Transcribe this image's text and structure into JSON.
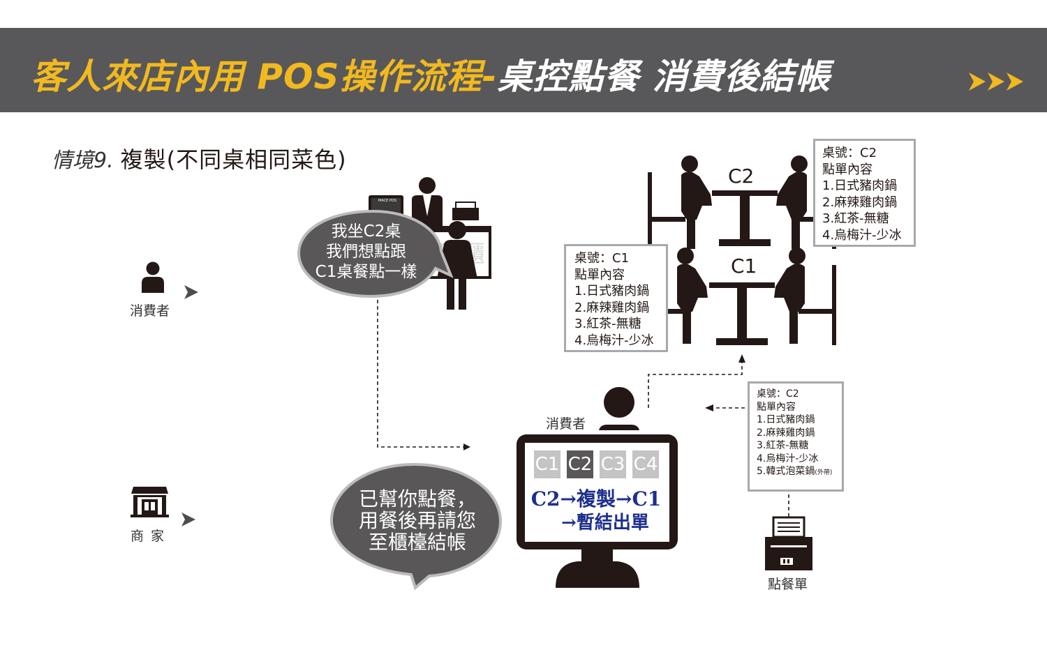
{
  "banner": {
    "part1": "客人來店內用 POS操作流程-",
    "part2": "桌控點餐 消費後結帳",
    "colors": {
      "background": "#58585a",
      "accent": "#f2b91f",
      "text": "#ffffff"
    }
  },
  "scenario": {
    "label": "情境9.",
    "title": "複製(不同桌相同菜色)"
  },
  "roles": {
    "consumer": "消費者",
    "merchant": "商 家"
  },
  "pos_logo": "MACE POS",
  "bubble_customer": {
    "line1": "我坐C2桌",
    "line2": "我們想點跟",
    "line3": "C1桌餐點一樣"
  },
  "bubble_merchant": {
    "line1": "已幫你點餐，",
    "line2": "用餐後再請您",
    "line3": "至櫃檯結帳"
  },
  "tables": {
    "c2": "C2",
    "c1": "C1"
  },
  "order_c2": {
    "table": "桌號：C2",
    "heading": "點單內容",
    "items": [
      "1.日式豬肉鍋",
      "2.麻辣雞肉鍋",
      "3.紅茶-無糖",
      "4.烏梅汁-少冰"
    ]
  },
  "order_c1": {
    "table": "桌號：C1",
    "heading": "點單內容",
    "items": [
      "1.日式豬肉鍋",
      "2.麻辣雞肉鍋",
      "3.紅茶-無糖",
      "4.烏梅汁-少冰"
    ]
  },
  "order_print": {
    "table": "桌號：C2",
    "heading": "點單內容",
    "items": [
      "1.日式豬肉鍋",
      "2.麻辣雞肉鍋",
      "3.紅茶-無糖",
      "4.烏梅汁-少冰",
      "5.韓式泡菜鍋"
    ],
    "item5_tag": "(外帶)"
  },
  "kiosk": {
    "label": "消費者",
    "tabs": [
      "C1",
      "C2",
      "C3",
      "C4"
    ],
    "selected_tab": "C2",
    "command_line1": "C2→複製→C1",
    "command_line2": "→暫結出單"
  },
  "printer_label": "點餐單"
}
